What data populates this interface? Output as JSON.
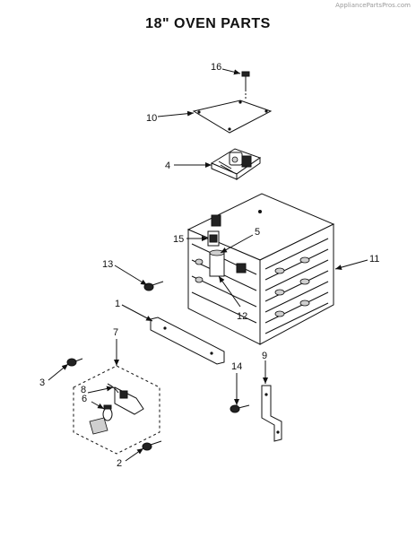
{
  "watermark": "AppliancePartsPros.com",
  "title": "18\" OVEN PARTS",
  "callouts": {
    "c16": "16",
    "c10": "10",
    "c4": "4",
    "c15": "15",
    "c5": "5",
    "c13": "13",
    "c11": "11",
    "c12": "12",
    "c1": "1",
    "c7": "7",
    "c3": "3",
    "c8": "8",
    "c6": "6",
    "c14": "14",
    "c9": "9",
    "c2": "2"
  }
}
